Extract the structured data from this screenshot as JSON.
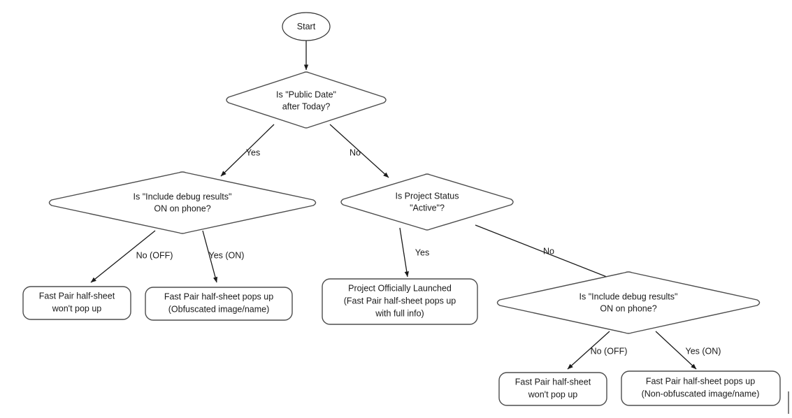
{
  "diagram": {
    "title": "Fast Pair half-sheet decision flowchart",
    "background_color": "#ffffff",
    "line_color": "#1a1a1a",
    "node_stroke_color": "#4d4d4d",
    "text_color": "#1a1a1a",
    "nodes": {
      "start": {
        "type": "terminator",
        "label": "Start"
      },
      "q_public_date": {
        "type": "decision",
        "line1": "Is \"Public Date\"",
        "line2": "after Today?"
      },
      "q_debug_left": {
        "type": "decision",
        "line1": "Is \"Include debug results\"",
        "line2": "ON on phone?"
      },
      "q_project_status": {
        "type": "decision",
        "line1": "Is Project Status",
        "line2": "\"Active\"?"
      },
      "q_debug_right": {
        "type": "decision",
        "line1": "Is \"Include debug results\"",
        "line2": "ON on phone?"
      },
      "result_left_off": {
        "type": "result",
        "line1": "Fast Pair half-sheet",
        "line2": "won't pop up"
      },
      "result_left_on": {
        "type": "result",
        "line1": "Fast Pair half-sheet pops up",
        "line2": "(Obfuscated image/name)"
      },
      "result_launched": {
        "type": "result",
        "line1": "Project Officially Launched",
        "line2": "(Fast Pair half-sheet pops up",
        "line3": "with full info)"
      },
      "result_right_off": {
        "type": "result",
        "line1": "Fast Pair half-sheet",
        "line2": "won't pop up"
      },
      "result_right_on": {
        "type": "result",
        "line1": "Fast Pair half-sheet pops up",
        "line2": "(Non-obfuscated image/name)"
      }
    },
    "edge_labels": {
      "public_date_yes": "Yes",
      "public_date_no": "No",
      "debug_left_no": "No (OFF)",
      "debug_left_yes": "Yes (ON)",
      "project_status_yes": "Yes",
      "project_status_no": "No",
      "debug_right_no": "No (OFF)",
      "debug_right_yes": "Yes (ON)"
    }
  }
}
